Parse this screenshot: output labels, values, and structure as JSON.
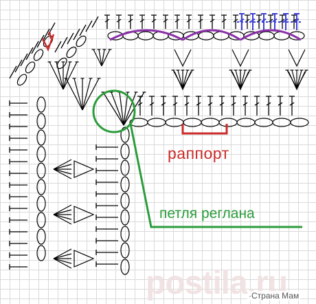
{
  "labels": {
    "rapport": "раппорт",
    "raglan_loop": "петля реглана"
  },
  "watermark": {
    "mark": "postila.ru",
    "site": "·Страна Мам"
  },
  "colors": {
    "grid": "#d9d9d9",
    "symbols": "#000000",
    "highlight_purple": "#8a2ea8",
    "highlight_blue": "#3b3fd6",
    "rapport_bracket": "#cc2a2a",
    "raglan_marker": "#2a9c3a",
    "start_mark": "#cc2a2a"
  },
  "symbols": [
    "chain-stitch",
    "double-crochet",
    "shell-fan",
    "v-stitch"
  ]
}
